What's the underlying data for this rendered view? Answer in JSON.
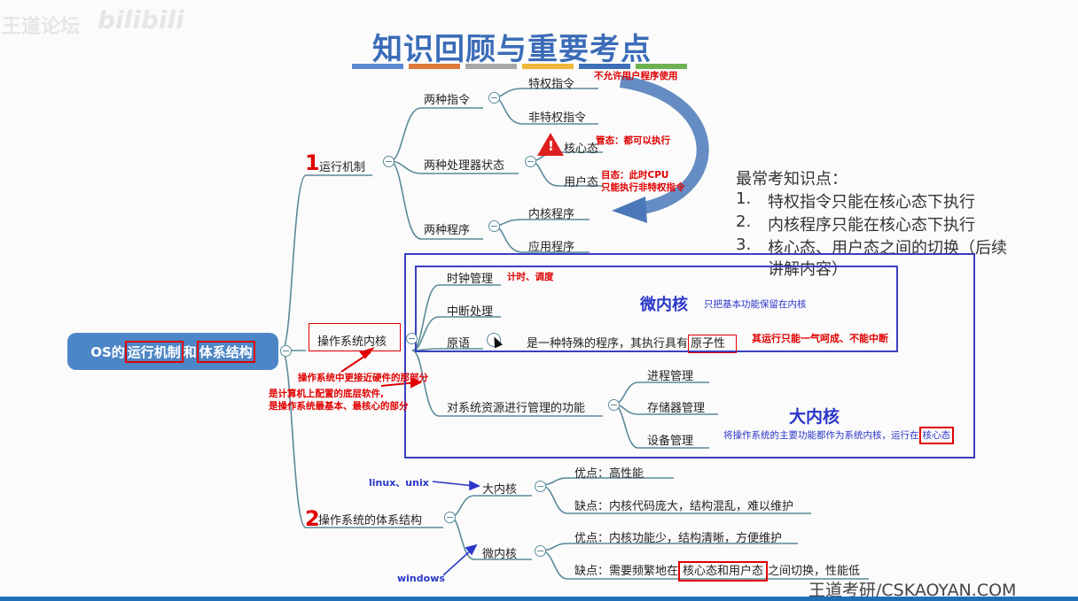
{
  "header": {
    "watermark": "王道论坛",
    "watermark2": "bilibili",
    "title": "知识回顾与重要考点",
    "title_bar_colors": [
      "#5b8ad0",
      "#e07a3a",
      "#a8a8a8",
      "#f0b83a",
      "#3e6fb8",
      "#6fb050"
    ]
  },
  "root": {
    "label_prefix": "OS的",
    "label_boxed1": "运行机制",
    "label_mid": "和",
    "label_boxed2": "体系结构"
  },
  "branch1": {
    "number": "1",
    "label": "运行机制",
    "instructions": {
      "label": "两种指令",
      "items": [
        "特权指令",
        "非特权指令"
      ]
    },
    "states": {
      "label": "两种处理器状态",
      "items": [
        "核心态",
        "用户态"
      ]
    },
    "programs": {
      "label": "两种程序",
      "items": [
        "内核程序",
        "应用程序"
      ]
    }
  },
  "kernel": {
    "label": "操作系统内核",
    "items": [
      "时钟管理",
      "中断处理",
      "原语"
    ],
    "primitive_desc_prefix": "是一种特殊的程序，其执行具有",
    "primitive_desc_boxed": "原子性",
    "resource": {
      "label": "对系统资源进行管理的功能",
      "items": [
        "进程管理",
        "存储器管理",
        "设备管理"
      ]
    }
  },
  "branch2": {
    "number": "2",
    "label": "操作系统的体系结构",
    "monolithic": {
      "label": "大内核",
      "pro": "优点：高性能",
      "con": "缺点：内核代码庞大，结构混乱，难以维护"
    },
    "micro": {
      "label": "微内核",
      "pro": "优点：内核功能少，结构清晰，方便维护",
      "con_prefix": "缺点：需要频繁地在",
      "con_boxed": "核心态和用户态",
      "con_suffix": "之间切换，性能低"
    }
  },
  "annotations": {
    "privileged_note": "不允许用户程序使用",
    "kernel_mode_note": "管态：都可以执行",
    "user_mode_note_line1": "目态：此时CPU",
    "user_mode_note_line2": "只能执行非特权指令",
    "clock_note": "计时、调度",
    "micro_title": "微内核",
    "micro_desc": "只把基本功能保留在内核",
    "atomic_note": "其运行只能一气呵成、不能中断",
    "macro_title": "大内核",
    "macro_desc_prefix": "将操作系统的主要功能都作为系统内核，运行在",
    "macro_desc_boxed": "核心态",
    "kernel_note1": "操作系统中更接近硬件的那部分",
    "kernel_note2_line1": "是计算机上配置的底层软件,",
    "kernel_note2_line2": "是操作系统最基本、最核心的部分",
    "linux_note": "linux、unix",
    "windows_note": "windows"
  },
  "key_points": {
    "heading": "最常考知识点：",
    "items": [
      {
        "num": "1.",
        "text": "特权指令只能在核心态下执行"
      },
      {
        "num": "2.",
        "text": "内核程序只能在核心态下执行"
      },
      {
        "num": "3.",
        "text": "核心态、用户态之间的切换（后续"
      }
    ],
    "continuation": "讲解内容）"
  },
  "footer": {
    "brand": "王道考研/CSKAOYAN.COM"
  },
  "colors": {
    "branch": "#5b8a9a",
    "red": "#e00000",
    "blue": "#2a36c8",
    "root_bg": "#4d86c6"
  },
  "icons": [
    "warning-icon",
    "mouse-cursor-icon",
    "curved-arrow-icon"
  ]
}
